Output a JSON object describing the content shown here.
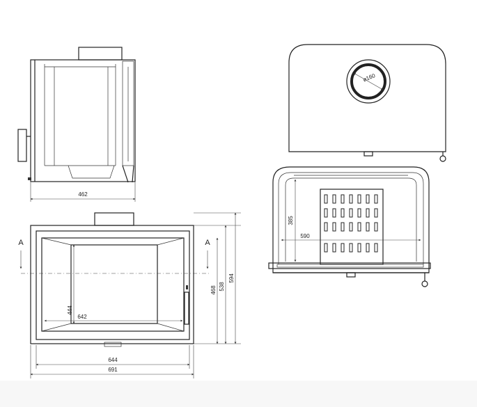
{
  "side_view": {
    "width_label": "462"
  },
  "top_view": {
    "diameter_label": "⌀160"
  },
  "front_view": {
    "section_mark_left": "A",
    "section_mark_right": "A",
    "glass_width_label": "642",
    "glass_height_label": "444",
    "inner_width_label": "644",
    "outer_width_label": "691",
    "height_468_label": "468",
    "height_538_label": "538",
    "height_594_label": "594"
  },
  "section_view": {
    "depth_label": "385",
    "width_label": "590"
  }
}
